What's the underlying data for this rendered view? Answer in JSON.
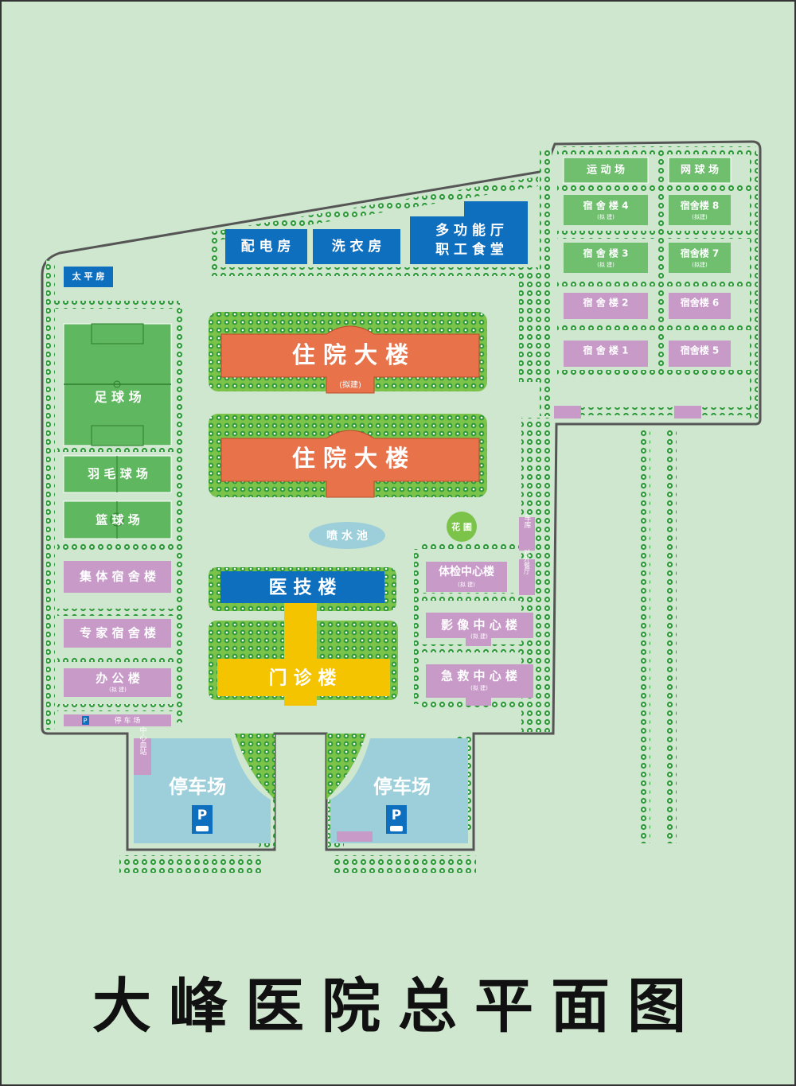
{
  "title": "大峰医院总平面图",
  "colors": {
    "background": "#cfe6cf",
    "ward": "#e8734a",
    "blue": "#0e6fbe",
    "purple": "#c79ac8",
    "green_block": "#6fbf6f",
    "yellow": "#f5c400",
    "parking": "#9ccfda",
    "lawn": "#7cc34a"
  },
  "buildings": {
    "taiping": "太 平 房",
    "peidian": "配 电 房",
    "xiyi": "洗 衣 房",
    "duogongneng": "多 功 能 厅",
    "canteen": "职 工 食 堂",
    "ward_new": "住 院 大 楼",
    "ward_new_note": "(拟建)",
    "ward_old": "住 院 大 楼",
    "fountain": "喷 水 池",
    "garden": "花 圃",
    "yiji": "医 技 楼",
    "menzhen": "门 诊 楼",
    "garage": "车库",
    "restaurant": "对外餐厅",
    "tijian": "体检中心楼",
    "tijian_note": "(拟 建)",
    "yingxiang": "影 像 中 心 楼",
    "yingxiang_note": "(拟 建)",
    "jijiu": "急 救 中 心 楼",
    "jijiu_note": "(拟 建)",
    "blood": "中心血站"
  },
  "sports": {
    "football": "足 球 场",
    "badminton": "羽 毛 球 场",
    "basketball": "篮 球 场",
    "yundong": "运 动 场",
    "tennis": "网 球 场"
  },
  "dorms": {
    "d4": "宿 舍 楼 4",
    "d4_note": "(拟 建)",
    "d3": "宿 舍 楼 3",
    "d3_note": "(拟 建)",
    "d2": "宿 舍 楼 2",
    "d1": "宿 舍 楼 1",
    "d8": "宿舍楼 8",
    "d8_note": "(拟建)",
    "d7": "宿舍楼 7",
    "d7_note": "(拟建)",
    "d6": "宿舍楼 6",
    "d5": "宿舍楼 5",
    "jiti": "集 体 宿 舍 楼",
    "zhuanjia": "专 家 宿 舍 楼",
    "bangong": "办 公 楼",
    "bangong_note": "(拟 建)"
  },
  "parking": {
    "small": "停 车 场",
    "left": "停车场",
    "right": "停车场",
    "p_symbol": "P"
  }
}
